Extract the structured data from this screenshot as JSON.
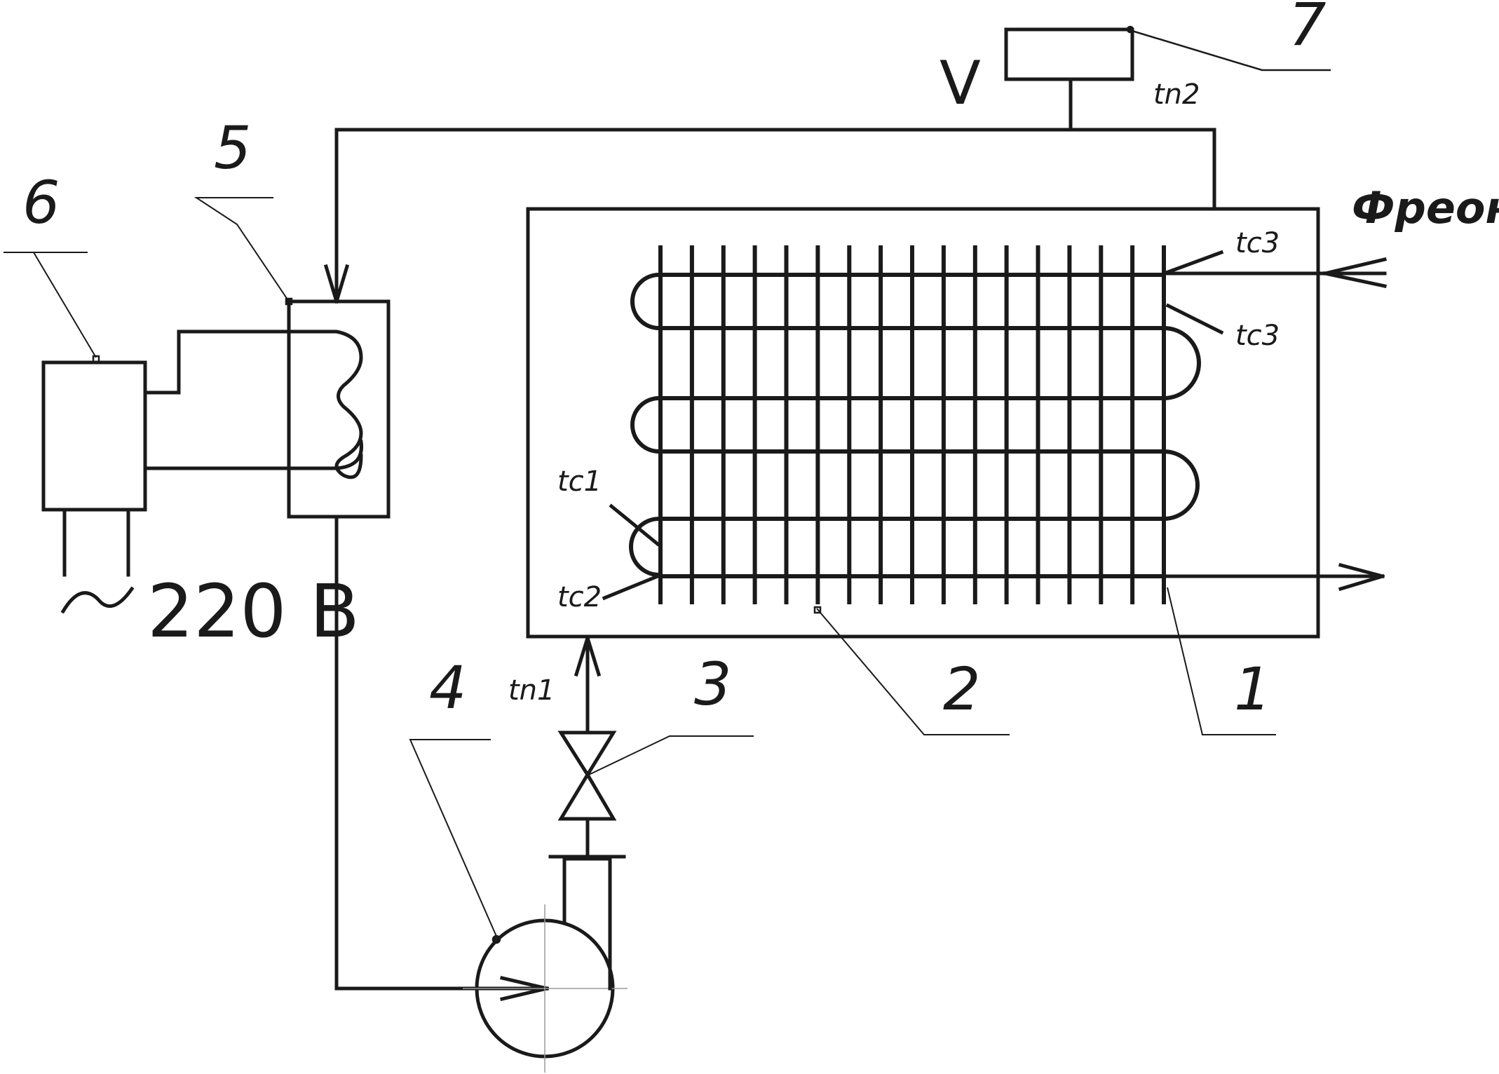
{
  "labels": {
    "n1": "1",
    "n2": "2",
    "n3": "3",
    "n4": "4",
    "n5": "5",
    "n6": "6",
    "n7": "7",
    "v": "V",
    "tn1": "tn1",
    "tn2": "tn2",
    "tc1": "tc1",
    "tc2": "tc2",
    "tc3a": "tc3",
    "tc3b": "tc3",
    "freon": "Фреон",
    "voltage": "220 В"
  }
}
